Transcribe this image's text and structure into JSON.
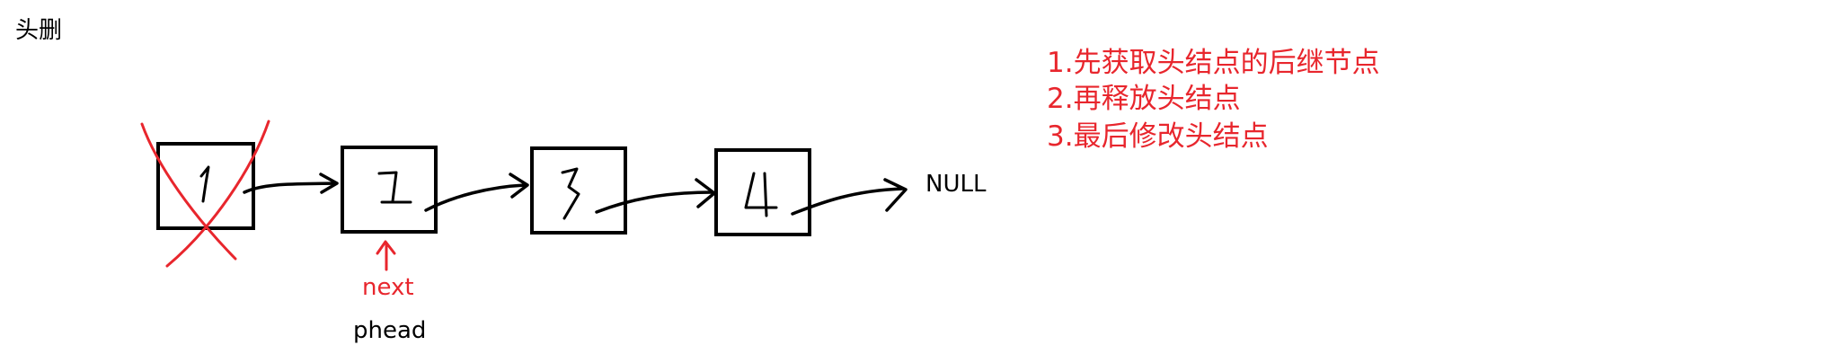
{
  "title": "头删",
  "nodes": [
    {
      "value": "1",
      "deleted": true
    },
    {
      "value": "2",
      "deleted": false
    },
    {
      "value": "3",
      "deleted": false
    },
    {
      "value": "4",
      "deleted": false
    }
  ],
  "null_label": "NULL",
  "next_label": "next",
  "phead_label": "phead",
  "steps": [
    "1.先获取头结点的后继节点",
    "2.再释放头结点",
    "3.最后修改头结点"
  ],
  "colors": {
    "ink": "#000000",
    "accent": "#e8262d"
  }
}
